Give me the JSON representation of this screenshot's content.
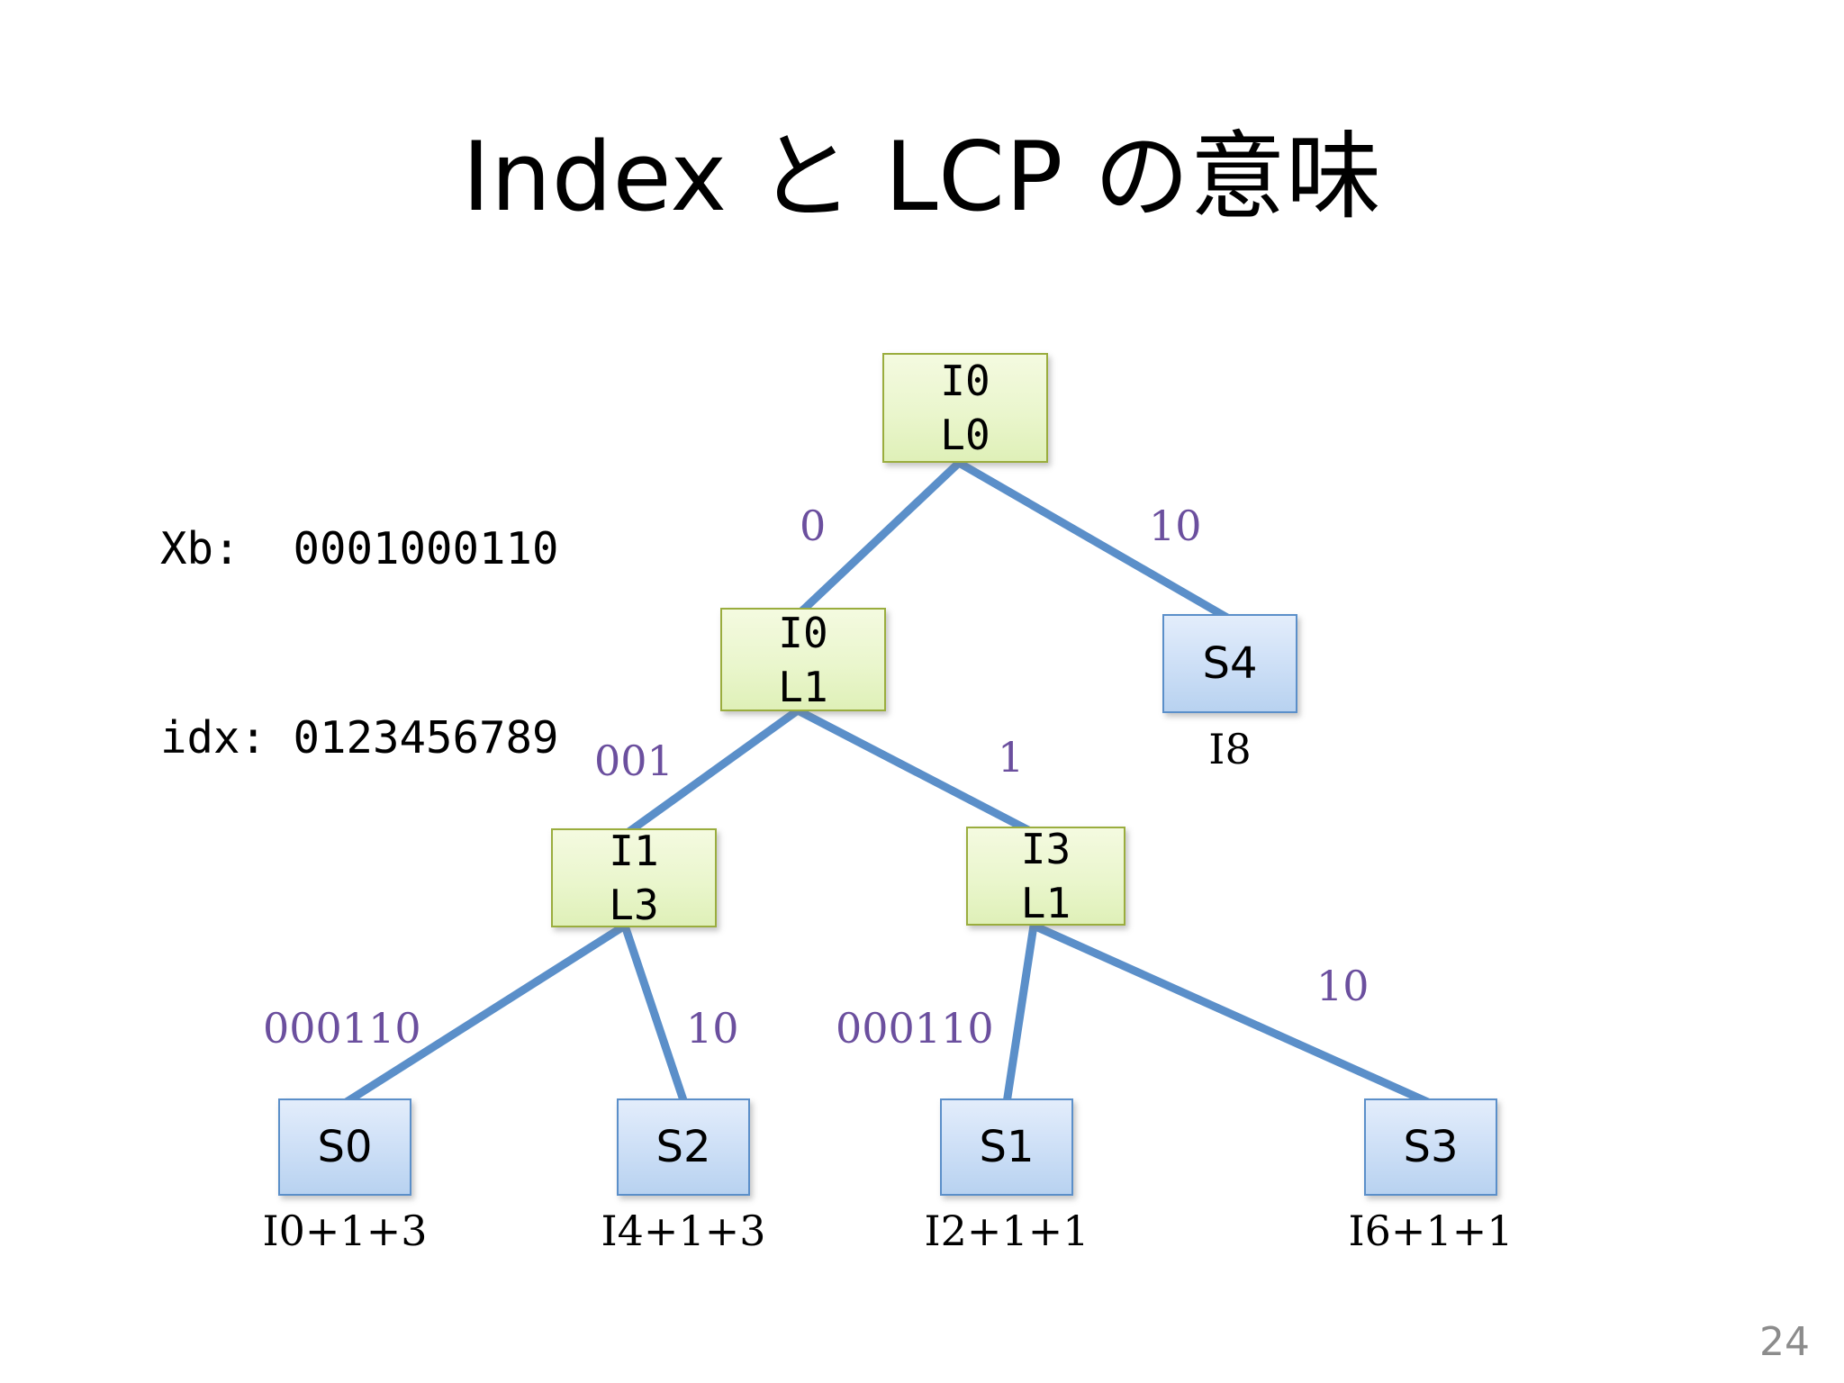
{
  "slide": {
    "title": "Index と LCP の意味",
    "page_number": "24"
  },
  "legend": {
    "line1": "Xb:  0001000110",
    "line2": "idx: 0123456789"
  },
  "colors": {
    "edge_line": "#5b8fc9",
    "edge_label": "#6b4f9e",
    "internal_node_fill": "#e9f5cb",
    "internal_node_border": "#9aad3e",
    "leaf_node_fill": "#cfe0f6",
    "leaf_node_border": "#5b8fc9",
    "page_number": "#8c8c8c",
    "text": "#000000"
  },
  "chart_data": {
    "type": "diagram",
    "title": "Index と LCP の意味",
    "nodes": [
      {
        "id": "root",
        "kind": "internal",
        "line1": "I0",
        "line2": "L0"
      },
      {
        "id": "n-i0l1",
        "kind": "internal",
        "line1": "I0",
        "line2": "L1"
      },
      {
        "id": "n-i1l3",
        "kind": "internal",
        "line1": "I1",
        "line2": "L3"
      },
      {
        "id": "n-i3l1",
        "kind": "internal",
        "line1": "I3",
        "line2": "L1"
      },
      {
        "id": "leaf-s4",
        "kind": "leaf",
        "label": "S4",
        "caption": "I8"
      },
      {
        "id": "leaf-s0",
        "kind": "leaf",
        "label": "S0",
        "caption": "I0+1+3"
      },
      {
        "id": "leaf-s2",
        "kind": "leaf",
        "label": "S2",
        "caption": "I4+1+3"
      },
      {
        "id": "leaf-s1",
        "kind": "leaf",
        "label": "S1",
        "caption": "I2+1+1"
      },
      {
        "id": "leaf-s3",
        "kind": "leaf",
        "label": "S3",
        "caption": "I6+1+1"
      }
    ],
    "edges": [
      {
        "from": "root",
        "to": "n-i0l1",
        "label": "0"
      },
      {
        "from": "root",
        "to": "leaf-s4",
        "label": "10"
      },
      {
        "from": "n-i0l1",
        "to": "n-i1l3",
        "label": "001"
      },
      {
        "from": "n-i0l1",
        "to": "n-i3l1",
        "label": "1"
      },
      {
        "from": "n-i1l3",
        "to": "leaf-s0",
        "label": "000110"
      },
      {
        "from": "n-i1l3",
        "to": "leaf-s2",
        "label": "10"
      },
      {
        "from": "n-i3l1",
        "to": "leaf-s1",
        "label": "000110"
      },
      {
        "from": "n-i3l1",
        "to": "leaf-s3",
        "label": "10"
      }
    ]
  }
}
